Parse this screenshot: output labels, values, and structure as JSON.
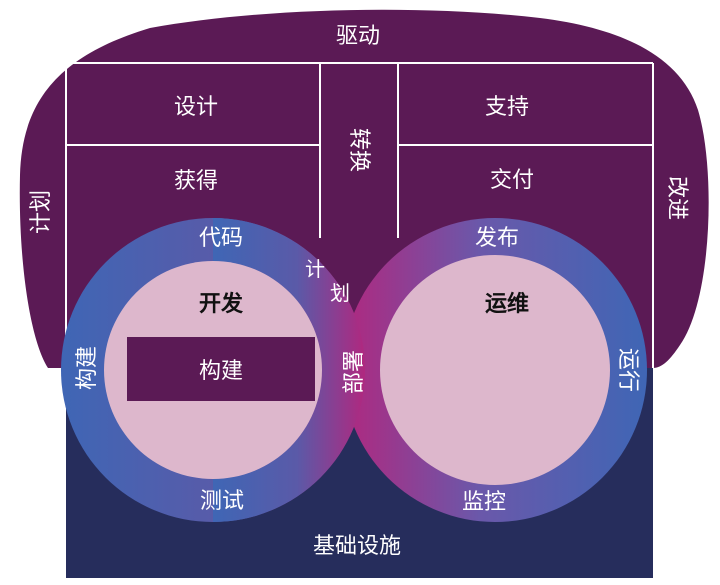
{
  "colors": {
    "outer_purple": "#5b1a55",
    "infrastructure_navy": "#262d5c",
    "ring_blue": "#3f66b5",
    "ring_magenta": "#a8267f",
    "inner_pink": "#ddb7cc",
    "build_box": "#5b1a55",
    "divider": "#ffffff"
  },
  "labels": {
    "drive": "驱动",
    "plan_left": "计划",
    "improve_right": "改进",
    "design": "设计",
    "acquire": "获得",
    "transform": "转换",
    "support": "支持",
    "deliver": "交付",
    "code": "代码",
    "plan_ring_1": "计",
    "plan_ring_2": "划",
    "build_left": "构建",
    "test": "测试",
    "deploy": "部署",
    "release": "发布",
    "operate": "运行",
    "monitor": "监控",
    "infrastructure": "基础设施",
    "dev": "开发",
    "ops": "运维",
    "build_box": "构建"
  }
}
